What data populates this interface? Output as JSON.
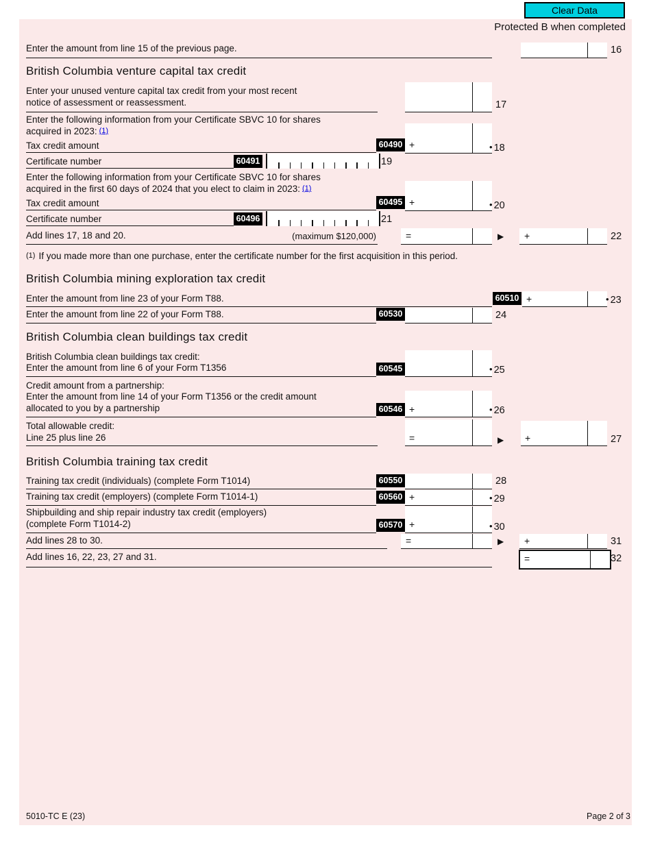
{
  "header": {
    "clear_button_label": "Clear Data",
    "protected_label": "Protected B when completed"
  },
  "icons": {
    "bullet": "•",
    "carry_arrow": "▶"
  },
  "colors": {
    "form_background": "#fbe9e9",
    "clear_button": "#00cfdf",
    "field_code_background": "#000000",
    "footnote_link_blue": "#0000e0"
  },
  "line16": {
    "label": "Enter the amount from line 15 of the previous page.",
    "num": "16"
  },
  "venture": {
    "heading": "British Columbia venture capital tax credit",
    "line17": {
      "label_1": "Enter your unused venture capital tax credit from your most recent",
      "label_2": "notice of assessment or reassessment.",
      "num": "17"
    },
    "intro_2023_1": "Enter the following information from your Certificate SBVC 10 for shares",
    "intro_2023_2": "acquired in 2023:",
    "footnote_ref": "(1)",
    "line18": {
      "label": "Tax credit amount",
      "code": "60490",
      "op": "+",
      "num": "18"
    },
    "line19": {
      "label": "Certificate number",
      "code": "60491",
      "num": "19"
    },
    "intro_2024_1": "Enter the following information from your Certificate SBVC 10 for shares",
    "intro_2024_2": "acquired in the first 60 days of 2024 that you elect to claim in 2023:",
    "line20": {
      "label": "Tax credit amount",
      "code": "60495",
      "op": "+",
      "num": "20"
    },
    "line21": {
      "label": "Certificate number",
      "code": "60496",
      "num": "21"
    },
    "line22": {
      "label": "Add lines 17, 18 and 20.",
      "max_note": "(maximum $120,000)",
      "eq": "=",
      "plus": "+",
      "num": "22"
    }
  },
  "footnote1": {
    "ref": "(1)",
    "text": "If you made more than one purchase, enter the certificate number for the first acquisition in this period."
  },
  "mining": {
    "heading": "British Columbia mining exploration tax credit",
    "line23": {
      "label": "Enter the amount from line 23 of your Form T88.",
      "code": "60510",
      "op": "+",
      "num": "23"
    },
    "line24": {
      "label": "Enter the amount from line 22 of your Form T88.",
      "code": "60530",
      "num": "24"
    }
  },
  "clean": {
    "heading": "British Columbia clean buildings tax credit",
    "line25": {
      "label_1": "British Columbia clean buildings tax credit:",
      "label_2": "Enter the amount from line 6 of your Form T1356",
      "code": "60545",
      "num": "25"
    },
    "line26": {
      "label_1": "Credit amount from a partnership:",
      "label_2": "Enter the amount from line 14 of your Form T1356 or the credit amount",
      "label_3": "allocated to you by a partnership",
      "code": "60546",
      "op": "+",
      "num": "26"
    },
    "line27": {
      "label_1": "Total allowable credit:",
      "label_2": "Line 25 plus line 26",
      "eq": "=",
      "plus": "+",
      "num": "27"
    }
  },
  "training": {
    "heading": "British Columbia training tax credit",
    "line28": {
      "label": "Training tax credit (individuals) (complete Form T1014)",
      "code": "60550",
      "num": "28"
    },
    "line29": {
      "label": "Training tax credit (employers) (complete Form T1014-1)",
      "code": "60560",
      "op": "+",
      "num": "29"
    },
    "line30": {
      "label_1": "Shipbuilding and ship repair industry tax credit (employers)",
      "label_2": "(complete Form T1014-2)",
      "code": "60570",
      "op": "+",
      "num": "30"
    },
    "line31": {
      "label": "Add lines 28 to 30.",
      "eq": "=",
      "plus": "+",
      "num": "31"
    },
    "line32": {
      "label": "Add lines 16, 22, 23, 27 and 31.",
      "eq": "=",
      "num": "32"
    }
  },
  "footer": {
    "left": "5010-TC E (23)",
    "right": "Page 2 of 3"
  }
}
